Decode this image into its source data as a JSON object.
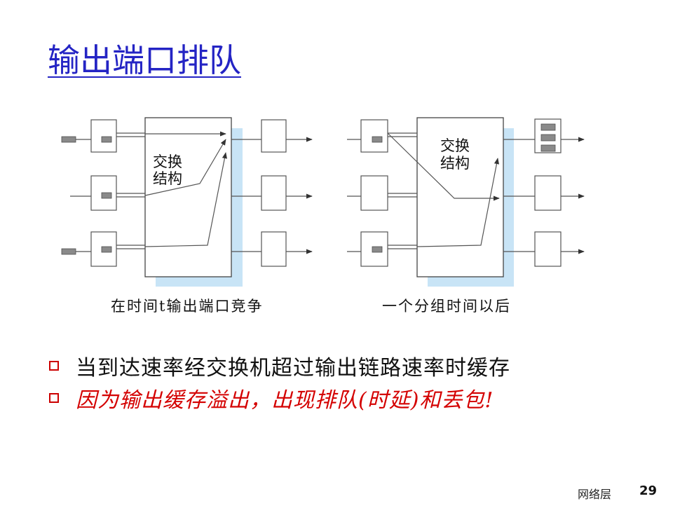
{
  "slide": {
    "title": "输出端口排队",
    "bullet_icon": "square-bullet-icon",
    "bullets": [
      "当到达速率经交换机超过输出链路速率时缓存",
      "因为输出缓存溢出，出现排队(时延)和丢包!"
    ],
    "footer": {
      "section": "网络层",
      "page_number": "29"
    }
  },
  "diagram": {
    "left": {
      "fabric_label": [
        "交换",
        "结构"
      ],
      "caption": "在时间t输出端口竞争"
    },
    "right": {
      "fabric_label": [
        "交换",
        "结构"
      ],
      "caption": "一个分组时间以后"
    }
  },
  "colors": {
    "title": "#2424c4",
    "bullet": "#cc0000",
    "emphasis": "#d40000",
    "fabric_shadow": "#c8e4f6"
  }
}
